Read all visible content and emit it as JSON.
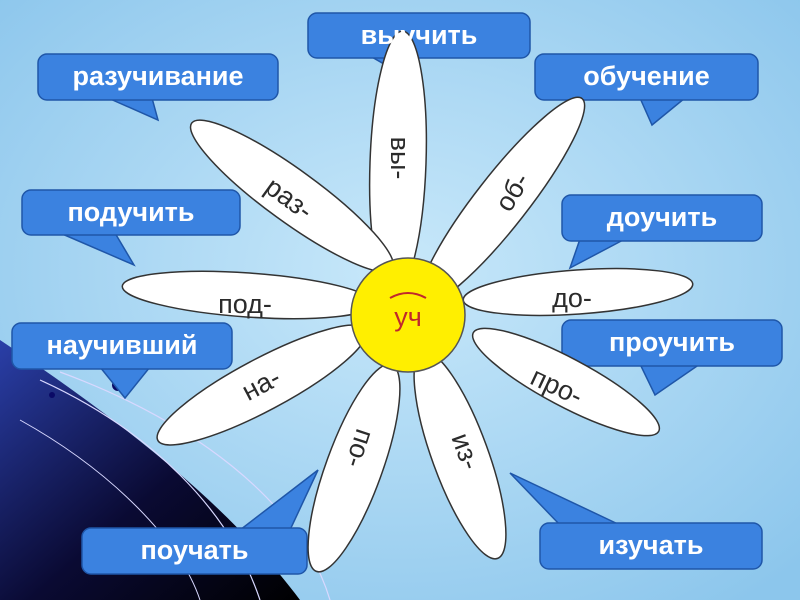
{
  "root": "уч",
  "petals": [
    {
      "id": "vy",
      "label": "вы-"
    },
    {
      "id": "ob",
      "label": "об-"
    },
    {
      "id": "do",
      "label": "до-"
    },
    {
      "id": "pro",
      "label": "про-"
    },
    {
      "id": "iz",
      "label": "из-"
    },
    {
      "id": "po",
      "label": "по-"
    },
    {
      "id": "na",
      "label": "на-"
    },
    {
      "id": "pod",
      "label": "под-"
    },
    {
      "id": "raz",
      "label": "раз-"
    }
  ],
  "words": [
    {
      "id": "vy",
      "text": "выучить"
    },
    {
      "id": "raz",
      "text": "разучивание"
    },
    {
      "id": "ob",
      "text": "обучение"
    },
    {
      "id": "pod",
      "text": "подучить"
    },
    {
      "id": "do",
      "text": "доучить"
    },
    {
      "id": "na",
      "text": "научивший"
    },
    {
      "id": "pro",
      "text": "проучить"
    },
    {
      "id": "po",
      "text": "поучать"
    },
    {
      "id": "iz",
      "text": "изучать"
    }
  ],
  "colors": {
    "background": "#a9d6f2",
    "callout_fill": "#3b82e0",
    "callout_border": "#1f56a8",
    "petal_fill": "#ffffff",
    "petal_stroke": "#333333",
    "center_fill": "#ffef00",
    "root_text": "#c0282c",
    "corner_dark": "#0a0a33"
  }
}
